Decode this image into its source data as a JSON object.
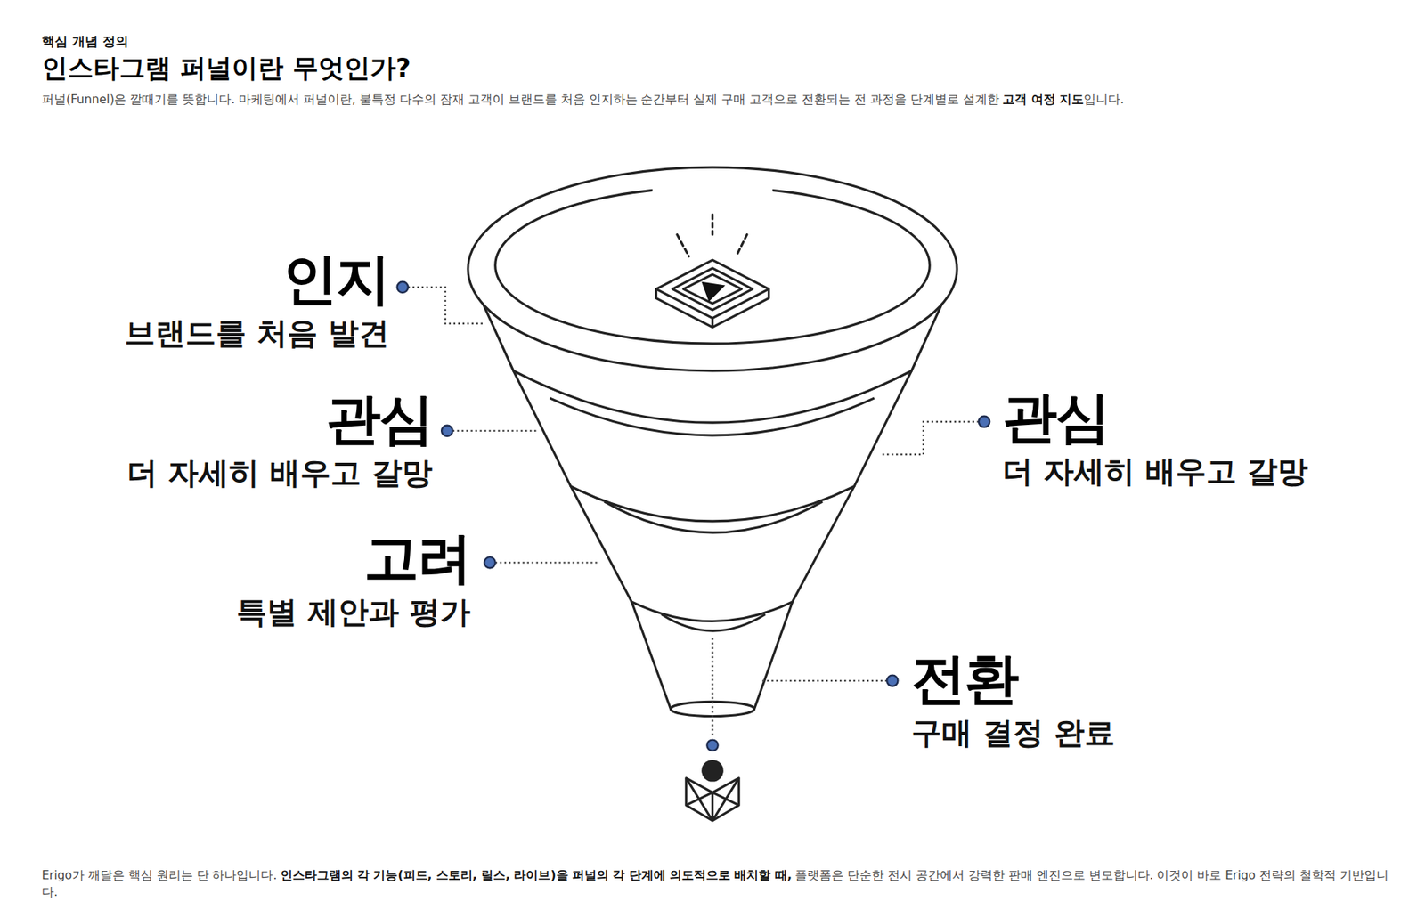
{
  "diagram": {
    "title": "인스타그램 퍼널이란 무엇인가?",
    "nodes": [
      {
        "text": [
          "인지",
          "브랜드를 처음 발견"
        ]
      },
      {
        "text": [
          "관심",
          "더 자세히 배우고 갈망"
        ]
      },
      {
        "text": [
          "관심",
          "더 자세히 배우고 갈망"
        ]
      },
      {
        "text": [
          "고려",
          "특별 제안과 평가"
        ]
      },
      {
        "text": [
          "전환",
          "구매 결정 완료"
        ]
      }
    ],
    "labels": [
      "핵심 개념 정의",
      "퍼널(Funnel)은 깔때기를 뜻합니다. 마케팅에서 퍼널이란, 불특정 다수의 잠재 고객이 브랜드를 처음 인지하는 순간부터 실제 구매 고객으로 전환되는 전 과정을 단계별로 설계한",
      "고객 여정 지도",
      "입니다.",
      "Erigo가 깨달은 핵심 원리는 단 하나입니다.",
      "인스타그램의 각 기능(피드, 스토리, 릴스, 라이브)을 퍼널의 각 단계에 의도적으로 배치할 때,",
      "플랫폼은 단순한 전시 공간에서 강력한 판매 엔진으로 변모합니다. 이것이 바로 Erigo 전략의 철학적 기반입니다."
    ]
  }
}
